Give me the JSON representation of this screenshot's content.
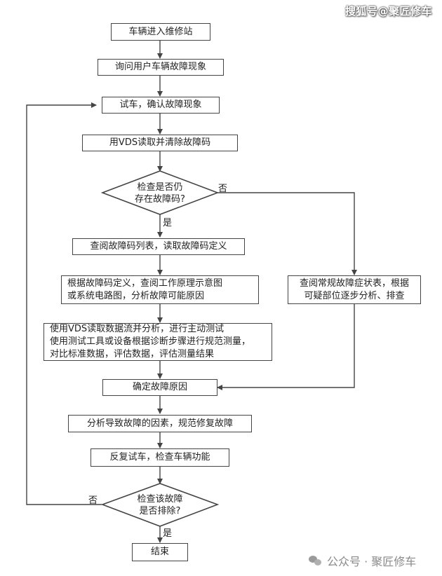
{
  "watermark_top": "搜狐号@聚匠修车",
  "watermark_bottom": "公众号 · 聚匠修车",
  "steps": {
    "enter": "车辆进入维修站",
    "ask": "询问用户车辆故障现象",
    "test_drive": "试车，确认故障现象",
    "read_clear": "用VDS读取并清除故障码",
    "lookup": "查阅故障码列表，读取故障码定义",
    "analyze": [
      "根据故障码定义，查阅工作原理示意图",
      "或系统电路图，分析故障可能原因"
    ],
    "measure": [
      "使用VDS读取数据流并分析，进行主动测试",
      "使用测试工具或设备根据诊断步骤进行规范测量，",
      "对比标准数据，评估数据，评估测量结果"
    ],
    "symptom": [
      "查阅常规故障症状表，根据",
      "可疑部位逐步分析、排查"
    ],
    "determine": "确定故障原因",
    "repair": "分析导致故障的因素，规范修复故障",
    "retest": "反复试车，检查车辆功能",
    "end": "结束"
  },
  "decisions": {
    "code_exists": [
      "检查是否仍",
      "存在故障码?"
    ],
    "resolved": [
      "检查该故障",
      "是否排除?"
    ]
  },
  "labels": {
    "no1": "否",
    "yes1": "是",
    "no2": "否",
    "yes2": "是"
  }
}
